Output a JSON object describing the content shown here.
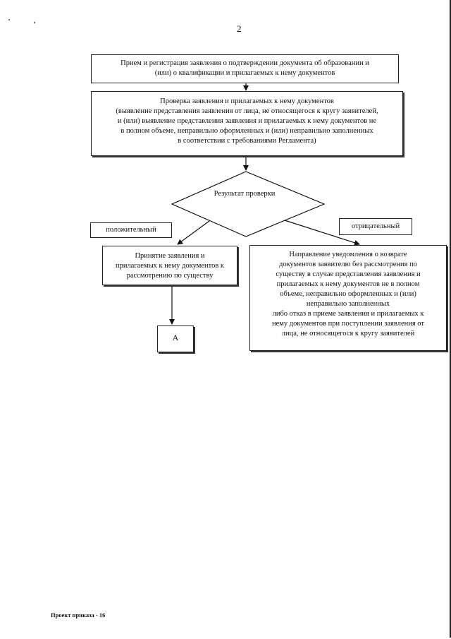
{
  "page": {
    "number": "2",
    "footer": "Проект приказа - 16"
  },
  "flowchart": {
    "steps": {
      "registration": {
        "lines": [
          "Прием и регистрация заявления о подтверждении документа об образовании и",
          "(или) о квалификации и прилагаемых к нему документов"
        ]
      },
      "verification": {
        "lines": [
          "Проверка заявления и прилагаемых к нему документов",
          "(выявление представления заявления от лица, не относящегося к кругу заявителей,",
          "и (или)  выявление представления заявления  и прилагаемых к нему документов не",
          "в полном объеме, неправильно оформленных и (или) неправильно заполненных",
          "в соответствии с требованиями Регламента)"
        ]
      },
      "accept": {
        "lines": [
          "Принятие заявления и",
          "прилагаемых к нему документов к",
          "рассмотрению  по существу"
        ]
      },
      "reject": {
        "lines": [
          "Направление уведомления о возврате",
          "документов заявителю без рассмотрения по",
          "существу в случае  представления заявления и",
          "прилагаемых к нему документов не в полном",
          "объеме, неправильно оформленных и (или)",
          "неправильно заполненных",
          "либо отказ в приеме заявления и прилагаемых к",
          "нему документов при поступлении заявления от",
          "лица, не относящегося к кругу заявителей"
        ]
      },
      "connector": {
        "label": "А"
      }
    },
    "decision": {
      "label": "Результат проверки",
      "positive_label": "положительный",
      "negative_label": "отрицательный"
    }
  }
}
